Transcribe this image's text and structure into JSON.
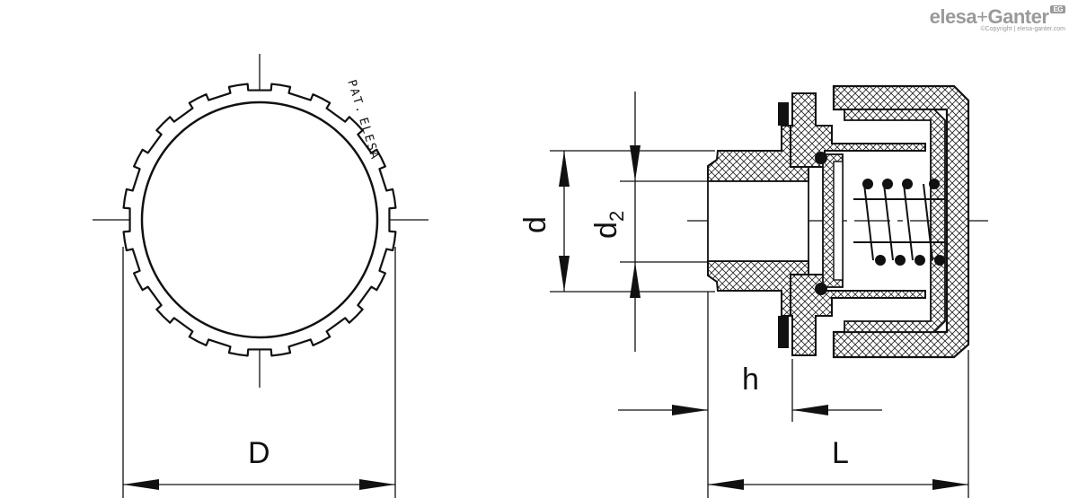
{
  "logo": {
    "brand_left": "elesa",
    "brand_plus": "+",
    "brand_right": "Ganter",
    "badge": "EG",
    "copyright": "©Copyright | elesa-ganter.com"
  },
  "front_view": {
    "engraving_line1": "PAT.",
    "engraving_line2": "ELESA"
  },
  "dimensions": {
    "D": "D",
    "d": "d",
    "d2_base": "d",
    "d2_sub": "2",
    "h": "h",
    "L": "L"
  }
}
